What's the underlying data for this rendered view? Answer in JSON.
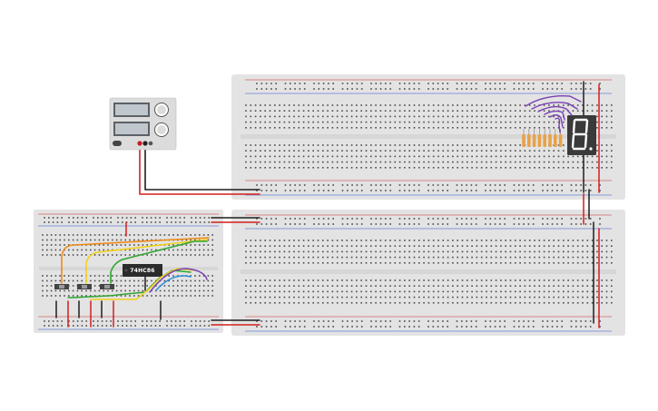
{
  "colors": {
    "background": "#ffffff",
    "breadboard": "#e3e3e3",
    "breadboard_inner": "#eeeeee",
    "hole": "#4a4a4a",
    "rail_red": "#d22a2a",
    "rail_blue": "#2a4fd2",
    "wire_red": "#d11f1f",
    "wire_black": "#1e1e1e",
    "wire_orange": "#ef8b16",
    "wire_yellow": "#f0d21c",
    "wire_green": "#2fa62f",
    "wire_blue": "#2a8fd6",
    "wire_purple": "#7a3fb5",
    "chip": "#2b2b2b",
    "display": "#3a3a3a",
    "segment_on": "#ffffff",
    "resistor": "#e8a24a",
    "power_supply": "#dcdcdc",
    "lcd": "#bfc7cc"
  },
  "components": {
    "chip_label": "74HC86",
    "power_supply": {
      "label": "power-supply",
      "channels": 2
    },
    "seven_segment": {
      "label": "seven-segment-display",
      "digit": "8."
    },
    "switches": 3,
    "resistors": 8
  }
}
